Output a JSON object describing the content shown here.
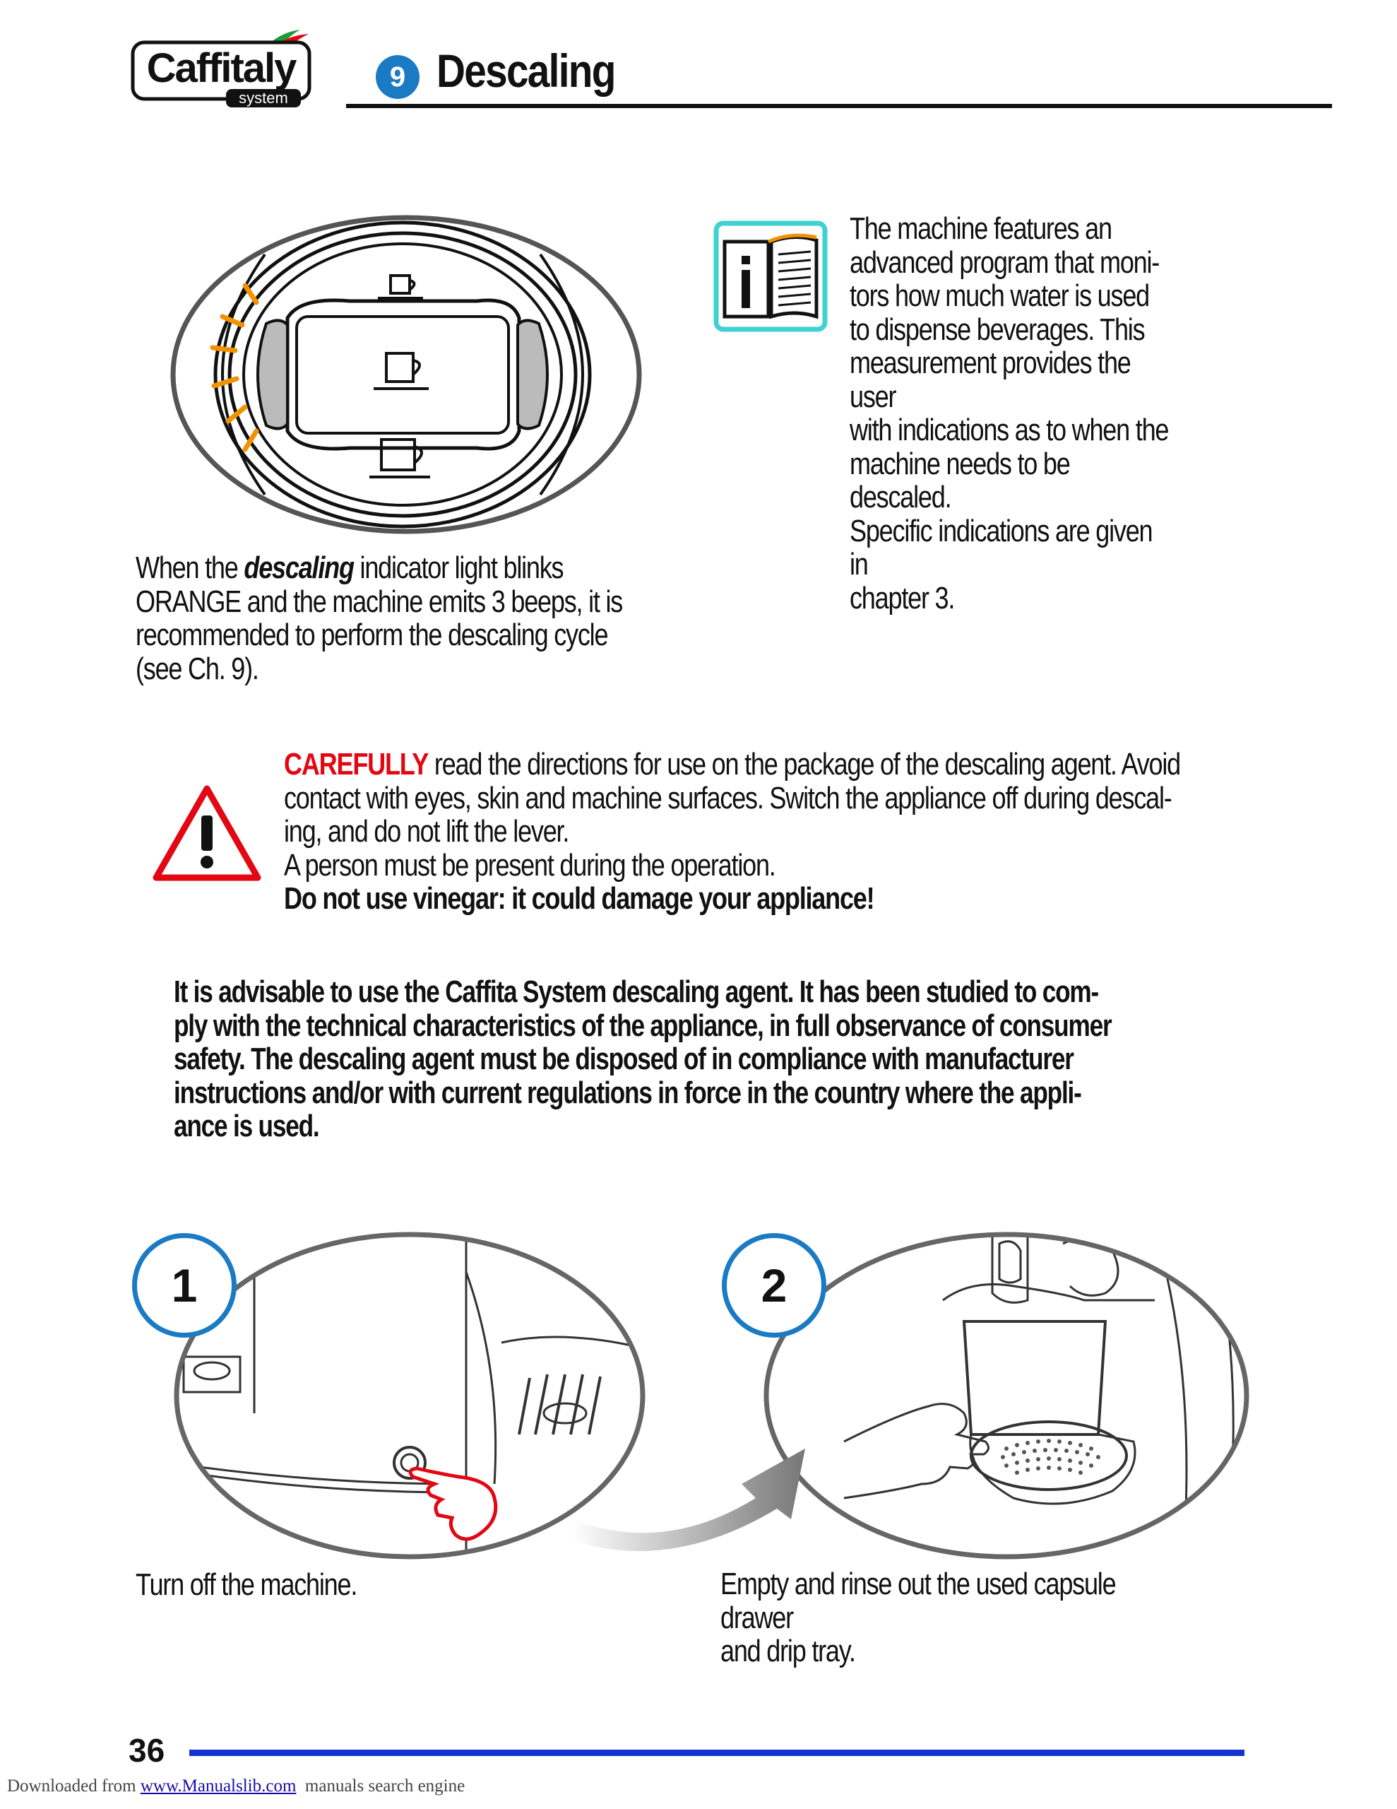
{
  "header": {
    "logo_main": "Caffitaly",
    "logo_sub": "system",
    "chapter_number": "9",
    "chapter_title": "Descaling"
  },
  "info": {
    "icon": "info-book-icon",
    "lines": [
      "The machine features an",
      "advanced program that moni-",
      "tors how much water is used",
      "to dispense beverages. This",
      "measurement provides the user",
      "with indications as to when the",
      "machine needs to be descaled.",
      "Specific indications are given in",
      "chapter 3."
    ]
  },
  "panel": {
    "icon": "control-panel-illustration",
    "text_before": "When the ",
    "text_emphasis": "descaling",
    "text_line1_after": " indicator light blinks",
    "lines": [
      "ORANGE and the machine emits 3 beeps, it is",
      "recommended to perform the descaling cycle",
      "(see Ch. 9)."
    ],
    "blink_color": "#f39200"
  },
  "warning": {
    "icon": "warning-triangle-icon",
    "lead": "CAREFULLY",
    "line1_rest": " read the directions for use on the package of the descaling agent. Avoid",
    "lines": [
      "contact with eyes, skin and machine surfaces. Switch the appliance off during descal-",
      "ing, and do not lift the lever.",
      "A person must be present during the operation."
    ],
    "bold_line": "Do not use vinegar: it could damage your appliance!",
    "accent_color": "#e30613"
  },
  "advisable": {
    "lines": [
      "It is advisable to use the Caffita System descaling agent. It has been studied to com-",
      "ply with the technical characteristics of the appliance, in full observance of consumer",
      "safety. The descaling agent must be disposed of in compliance with manufacturer",
      "instructions and/or with current regulations in force in the country where the appli-",
      "ance is used."
    ]
  },
  "steps": [
    {
      "number": "1",
      "caption": "Turn off the machine.",
      "icon": "power-button-press-illustration"
    },
    {
      "number": "2",
      "caption_lines": [
        "Empty and rinse out the used capsule drawer",
        "and drip tray."
      ],
      "icon": "capsule-drawer-illustration"
    }
  ],
  "footer": {
    "page_number": "36",
    "source_prefix": "Downloaded from ",
    "source_link": "www.Manualslib.com",
    "source_suffix": "  manuals search engine",
    "rule_color": "#1432d2"
  },
  "accent_color": "#1a7bc4"
}
